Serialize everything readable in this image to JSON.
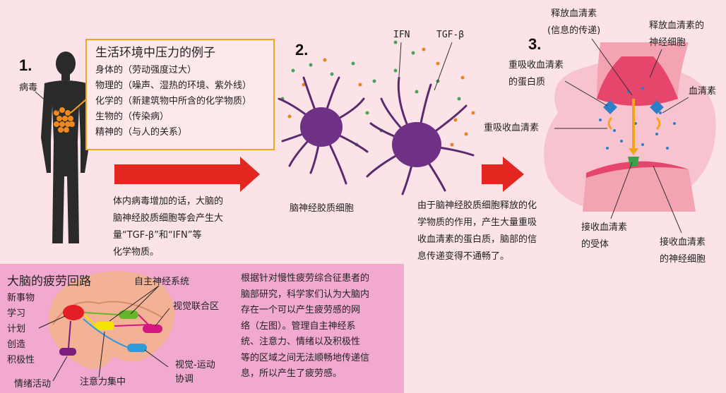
{
  "step1": {
    "number": "1.",
    "virus_label": "病毒",
    "examples_title": "生活环境中压力的例子",
    "examples": [
      "身体的（劳动强度过大）",
      "物理的（噪声、湿热的环境、紫外线）",
      "化学的（新建筑物中所含的化学物质）",
      "生物的（传染病）",
      "精神的（与人的关系）"
    ],
    "description": [
      "体内病毒增加的话，大脑的",
      "脑神经胶质细胞等会产生大",
      "量“TGF-β”和“IFN”等",
      "化学物质。"
    ]
  },
  "step2": {
    "number": "2.",
    "ifn_label": "IFN",
    "tgf_label": "TGF-β",
    "cell_label": "脑神经胶质细胞",
    "description": [
      "由于脑神经胶质细胞释放的化",
      "学物质的作用，产生大量重吸",
      "收血清素的蛋白质，脑部的信",
      "息传递变得不通畅了。"
    ]
  },
  "step3": {
    "number": "3.",
    "release_serotonin": [
      "释放血清素",
      "(信息的传递)"
    ],
    "release_neuron": [
      "释放血清素的",
      "神经细胞"
    ],
    "reuptake_protein": [
      "重吸收血清素",
      "的蛋白质"
    ],
    "serotonin": "血清素",
    "reuptake": "重吸收血清素",
    "receptor": [
      "接收血清素",
      "的受体"
    ],
    "receiving_neuron": [
      "接收血清素",
      "的神经细胞"
    ]
  },
  "bottom": {
    "title": "大脑的疲劳回路",
    "autonomic": "自主神经系统",
    "visual_assoc": "视觉联合区",
    "left_list": [
      "新事物",
      "学习",
      "计划",
      "创造",
      "积极性"
    ],
    "emotion": "情绪活动",
    "attention": "注意力集中",
    "visual_motor": [
      "视觉-运动",
      "协调"
    ],
    "description": [
      "根据针对慢性疲劳综合征患者的",
      "脑部研究，科学家们认为大脑内",
      "存在一个可以产生疲劳感的网",
      "络（左图）。管理自主神经系",
      "统、注意力、情绪以及积极性",
      "等的区域之间无法顺畅地传递信",
      "息，所以产生了疲劳感。"
    ]
  },
  "colors": {
    "arrow": "#e3261f",
    "box_border": "#f2a51c",
    "panel": "#f1a9cf"
  }
}
